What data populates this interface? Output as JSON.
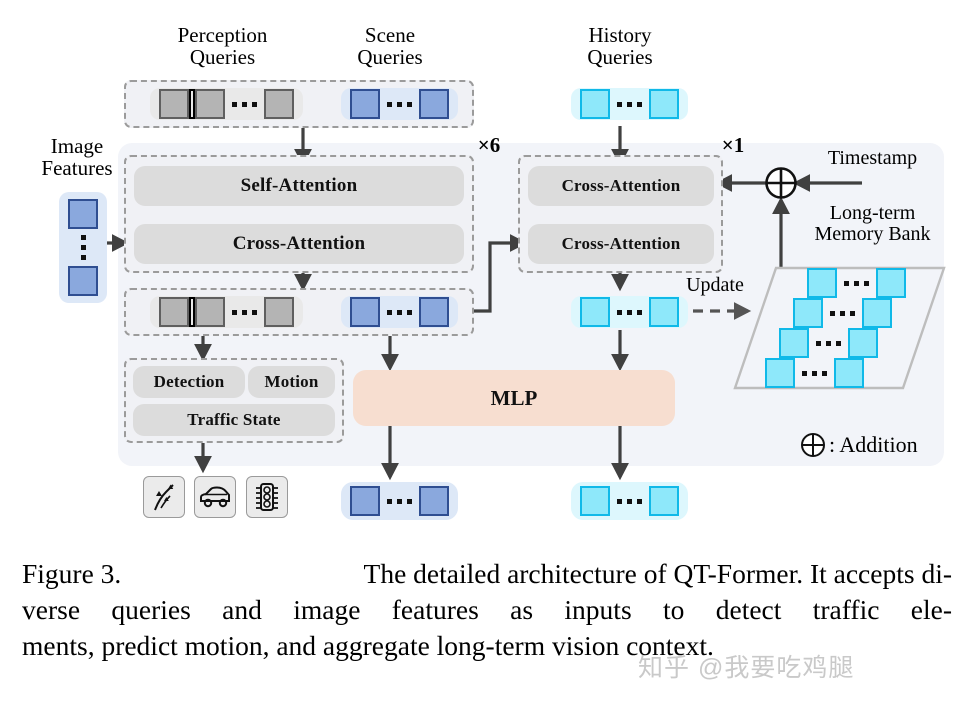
{
  "figure": {
    "labels": {
      "perception_queries": "Perception\nQueries",
      "scene_queries": "Scene\nQueries",
      "history_queries": "History\nQueries",
      "image_features": "Image\nFeatures",
      "timestamp": "Timestamp",
      "memory_bank": "Long-term\nMemory Bank",
      "update": "Update",
      "repeat_left": "×6",
      "repeat_right": "×1",
      "legend_addition": ": Addition"
    },
    "blocks": {
      "self_attention": "Self-Attention",
      "cross_attention_1": "Cross-Attention",
      "cross_attention_2": "Cross-Attention",
      "cross_attention_3": "Cross-Attention",
      "mlp": "MLP",
      "detection": "Detection",
      "motion": "Motion",
      "traffic_state": "Traffic State"
    },
    "icons": [
      {
        "name": "lane-marking-icon"
      },
      {
        "name": "car-icon"
      },
      {
        "name": "traffic-light-icon"
      }
    ],
    "tokens": {
      "perception_count": 3,
      "scene_count": 2,
      "history_count": 2,
      "image_feature_count": 2
    },
    "colors": {
      "panel_bg": "#f2f4f9",
      "group_bg": "#f0f1f5",
      "dashed_border": "#9b9b9b",
      "block_bg": "#dcdcdc",
      "mlp_bg": "#f7ded0",
      "gray_token": "#b4b4b4",
      "gray_token_border": "#5f5f5f",
      "blue_token": "#8aa8dd",
      "blue_token_border": "#2f4e91",
      "cyan_token": "#8ee8fa",
      "cyan_token_border": "#10b9e8",
      "arrow": "#404040"
    }
  },
  "caption": {
    "line1_left": "Figure 3.",
    "line1_right": "The detailed architecture of QT-Former.  It accepts di-",
    "line2": "verse queries and image features as inputs to detect traffic ele-",
    "line3": "ments, predict motion, and aggregate long-term vision context.",
    "full": "Figure 3. The detailed architecture of QT-Former. It accepts diverse queries and image features as inputs to detect traffic elements, predict motion, and aggregate long-term vision context."
  },
  "watermark": {
    "text": "知乎 @我要吃鸡腿"
  }
}
